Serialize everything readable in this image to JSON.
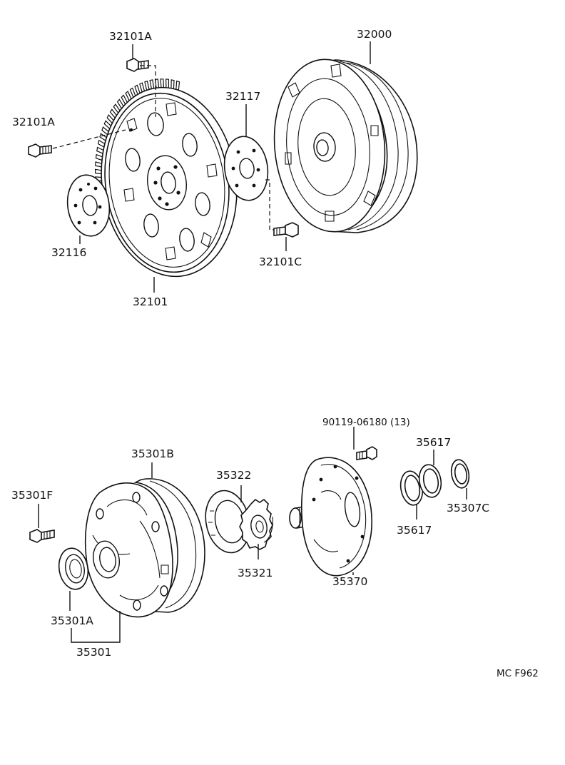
{
  "labels": {
    "p32101A_top": "32101A",
    "p32101A_left": "32101A",
    "p32117": "32117",
    "p32000": "32000",
    "p32116": "32116",
    "p32101C": "32101C",
    "p32101": "32101",
    "p90119": "90119-06180 (13)",
    "p35617_top": "35617",
    "p35617_bottom": "35617",
    "p35307C": "35307C",
    "p35301B": "35301B",
    "p35322": "35322",
    "p35301F": "35301F",
    "p35321": "35321",
    "p35370": "35370",
    "p35301A": "35301A",
    "p35301": "35301"
  },
  "diagram_code": "MC F962",
  "parts": [
    {
      "id": "32101A",
      "name": "bolt"
    },
    {
      "id": "32117",
      "name": "spacer plate"
    },
    {
      "id": "32000",
      "name": "torque converter"
    },
    {
      "id": "32116",
      "name": "spacer plate"
    },
    {
      "id": "32101C",
      "name": "bolt"
    },
    {
      "id": "32101",
      "name": "drive plate with ring gear"
    },
    {
      "id": "90119-06180",
      "name": "bolt",
      "quantity": 13
    },
    {
      "id": "35617",
      "name": "seal ring"
    },
    {
      "id": "35307C",
      "name": "ring"
    },
    {
      "id": "35301B",
      "name": "oil pump body"
    },
    {
      "id": "35322",
      "name": "driven gear"
    },
    {
      "id": "35301F",
      "name": "bolt"
    },
    {
      "id": "35321",
      "name": "drive gear"
    },
    {
      "id": "35370",
      "name": "stator shaft"
    },
    {
      "id": "35301A",
      "name": "oil seal"
    },
    {
      "id": "35301",
      "name": "oil pump assembly"
    }
  ]
}
